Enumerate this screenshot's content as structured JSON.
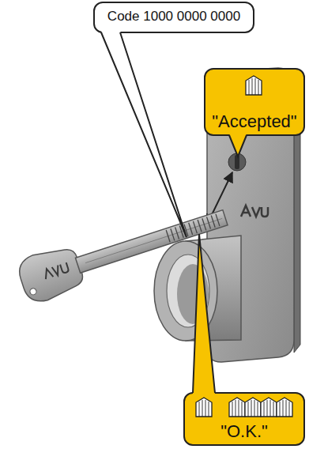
{
  "diagram": {
    "nodes": [
      {
        "text": [
          "Code 1000 0000 0000"
        ]
      },
      {
        "text": [
          "\"Accepted\""
        ]
      },
      {
        "text": [
          "\"O.K.\""
        ]
      }
    ]
  }
}
